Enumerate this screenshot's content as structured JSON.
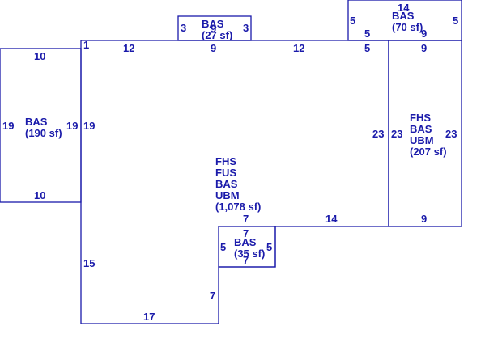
{
  "line_color": "#1a1aaa",
  "background_color": "#ffffff",
  "areas": [
    {
      "id": "main",
      "labels": [
        "FHS",
        "FUS",
        "BAS",
        "UBM",
        "(1,078 sf)"
      ],
      "dimensions": [
        "1",
        "12",
        "9",
        "12",
        "5",
        "23",
        "14",
        "7",
        "7",
        "17",
        "15",
        "19"
      ]
    },
    {
      "id": "left-bas",
      "labels": [
        "BAS",
        "(190 sf)"
      ],
      "dimensions": [
        "10",
        "19",
        "19",
        "10"
      ]
    },
    {
      "id": "right-fhs",
      "labels": [
        "FHS",
        "BAS",
        "UBM",
        "(207 sf)"
      ],
      "dimensions": [
        "9",
        "23",
        "23",
        "9"
      ]
    },
    {
      "id": "top-right-bas",
      "labels": [
        "BAS",
        "(70 sf)"
      ],
      "dimensions": [
        "14",
        "5",
        "5",
        "5",
        "9"
      ]
    },
    {
      "id": "top-small-bas",
      "labels": [
        "BAS",
        "(27 sf)"
      ],
      "dimensions": [
        "3",
        "3",
        "9"
      ]
    },
    {
      "id": "bottom-bas",
      "labels": [
        "BAS",
        "(35 sf)"
      ],
      "dimensions": [
        "7",
        "5",
        "5",
        "7"
      ]
    }
  ]
}
